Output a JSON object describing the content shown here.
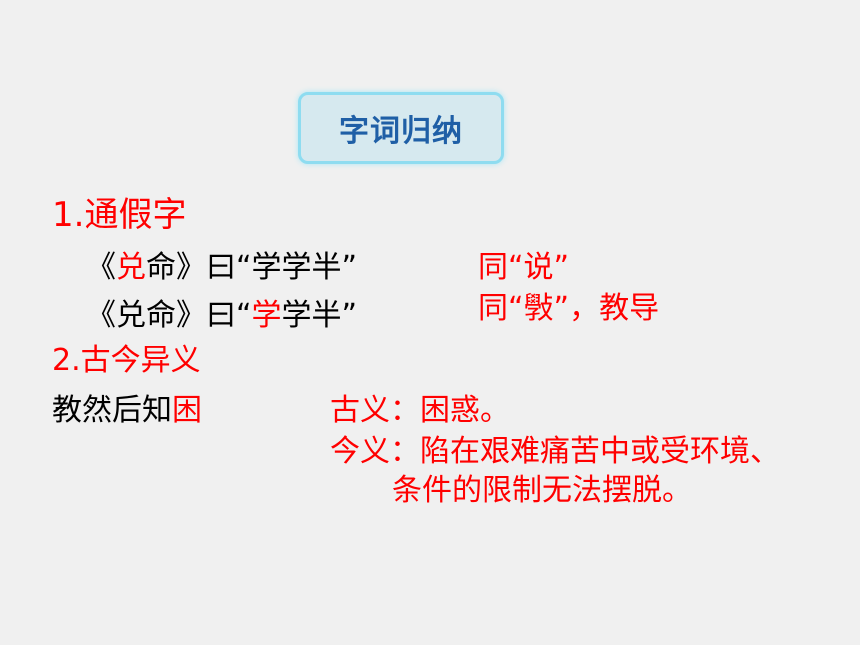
{
  "title": "字词归纳",
  "section1": {
    "heading": "1.通假字",
    "rows": [
      {
        "parts": [
          "《",
          "兑",
          "命》曰“学学半”"
        ],
        "highlight_index": 1,
        "note": "同“说”"
      },
      {
        "parts": [
          "《兑命》曰“",
          "学",
          "学半”"
        ],
        "highlight_index": 1,
        "note": "同“斅”，教导"
      }
    ]
  },
  "section2": {
    "heading": "2.古今异义",
    "sentence_parts": [
      "教然后知",
      "困"
    ],
    "ancient": "古义：困惑。",
    "modern_line1": "今义：陷在艰难痛苦中或受环境、",
    "modern_line2": "条件的限制无法摆脱。"
  },
  "colors": {
    "accent_red": "#ff0000",
    "title_blue": "#1f5fa6",
    "title_border": "#8edcf0",
    "title_bg": "#d6e9ef",
    "background": "#f0f0f0"
  }
}
